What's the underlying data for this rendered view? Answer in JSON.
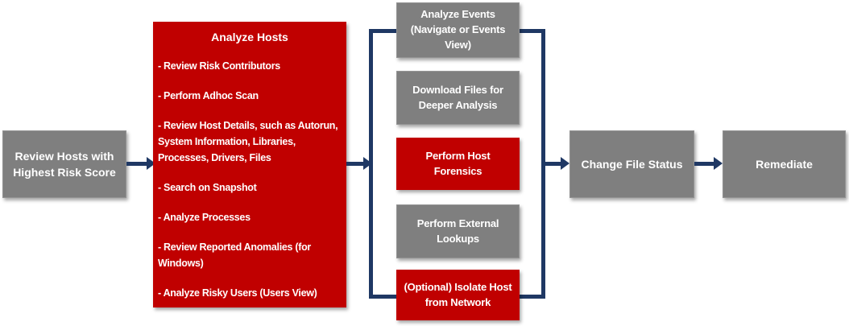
{
  "colors": {
    "box_gray": "#7f7f7f",
    "box_red": "#c00000",
    "arrow_navy": "#1f3864",
    "text": "#ffffff"
  },
  "steps": {
    "review_hosts": {
      "label": "Review Hosts with Highest Risk Score"
    },
    "analyze_hosts": {
      "title": "Analyze Hosts",
      "bullets": [
        "- Review Risk Contributors",
        "- Perform Adhoc Scan",
        "- Review Host Details, such as Autorun, System Information, Libraries, Processes, Drivers, Files",
        "- Search on Snapshot",
        "- Analyze Processes",
        "- Review Reported Anomalies (for Windows)",
        "- Analyze Risky Users (Users View)"
      ]
    },
    "actions": [
      {
        "label": "Analyze Events (Navigate or Events View)",
        "variant": "gray"
      },
      {
        "label": "Download Files for Deeper Analysis",
        "variant": "gray"
      },
      {
        "label": "Perform Host Forensics",
        "variant": "red"
      },
      {
        "label": "Perform External Lookups",
        "variant": "gray"
      },
      {
        "label": "(Optional) Isolate Host from Network",
        "variant": "red"
      }
    ],
    "change_file_status": {
      "label": "Change File Status"
    },
    "remediate": {
      "label": "Remediate"
    }
  }
}
